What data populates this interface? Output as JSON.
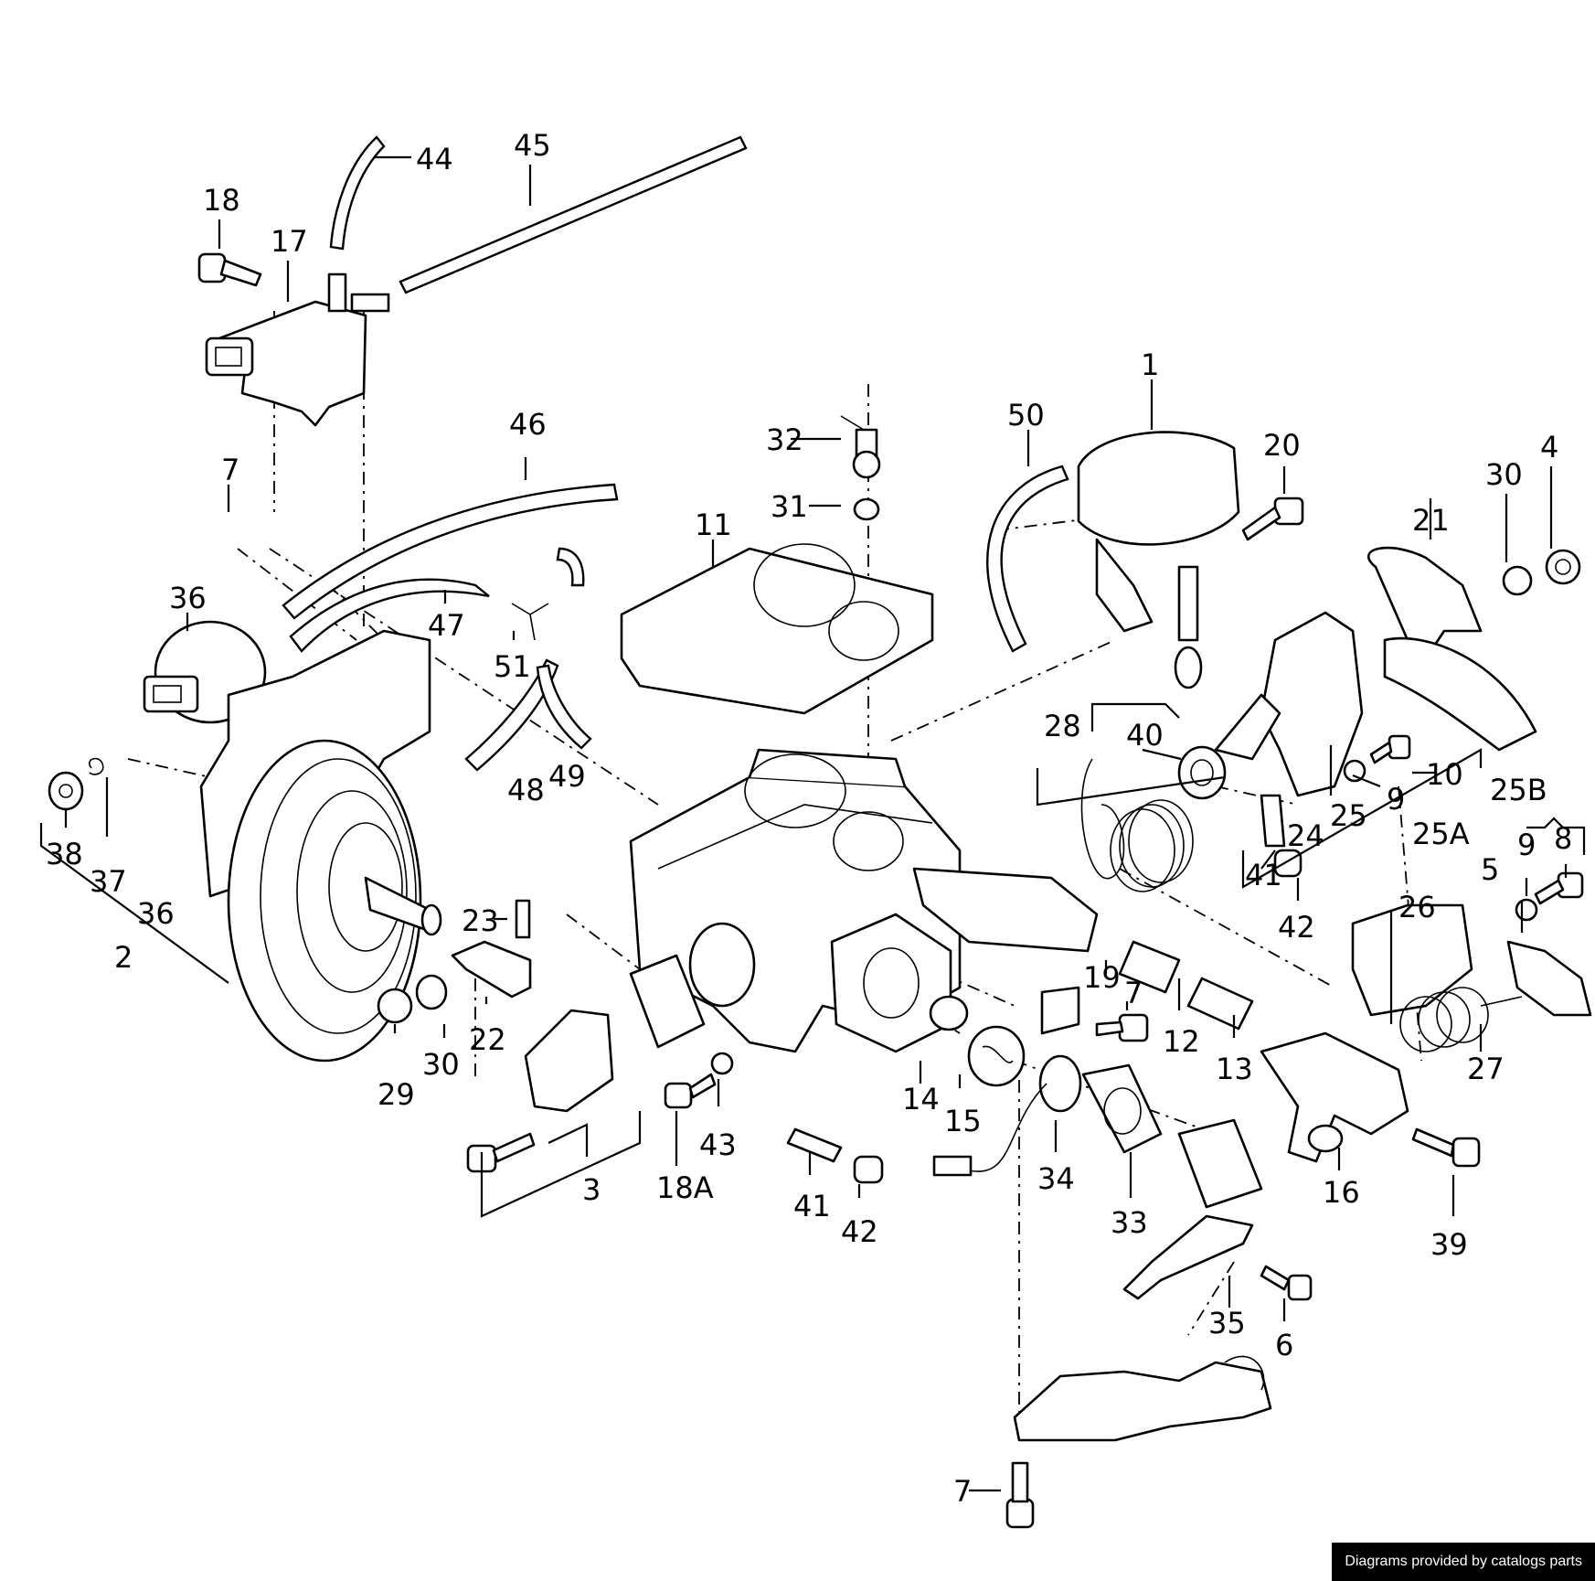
{
  "labels": {
    "p1": "1",
    "p2": "2",
    "p3": "3",
    "p4": "4",
    "p5": "5",
    "p6": "6",
    "p7a": "7",
    "p7b": "7",
    "p7c": "7",
    "p8": "8",
    "p9a": "9",
    "p9b": "9",
    "p10": "10",
    "p11": "11",
    "p12": "12",
    "p13": "13",
    "p14": "14",
    "p15": "15",
    "p16": "16",
    "p17": "17",
    "p18": "18",
    "p18A": "18A",
    "p19": "19",
    "p20": "20",
    "p21": "21",
    "p22": "22",
    "p23": "23",
    "p24": "24",
    "p25": "25",
    "p25A": "25A",
    "p25B": "25B",
    "p26": "26",
    "p27": "27",
    "p28": "28",
    "p29": "29",
    "p30a": "30",
    "p30b": "30",
    "p31": "31",
    "p32": "32",
    "p33": "33",
    "p34": "34",
    "p35": "35",
    "p36a": "36",
    "p36b": "36",
    "p37": "37",
    "p38": "38",
    "p39": "39",
    "p40": "40",
    "p41a": "41",
    "p41b": "41",
    "p42a": "42",
    "p42b": "42",
    "p43": "43",
    "p44": "44",
    "p45": "45",
    "p46": "46",
    "p47": "47",
    "p48": "48",
    "p49": "49",
    "p50": "50",
    "p51": "51"
  },
  "credit": "Diagrams provided by catalogs parts"
}
